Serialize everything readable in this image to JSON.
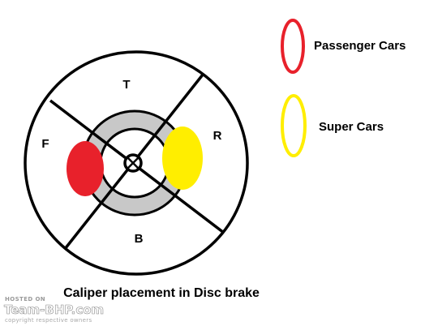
{
  "diagram": {
    "title": "Caliper placement in Disc brake",
    "zones": {
      "top": "T",
      "front": "F",
      "rear": "R",
      "bottom": "B"
    },
    "colors": {
      "line": "#000000",
      "ring": "#c8c8c8",
      "red": "#e8212b",
      "yellow": "#ffee00"
    }
  },
  "legend": {
    "items": [
      {
        "label": "Passenger Cars",
        "color": "#e8212b",
        "fill": "none"
      },
      {
        "label": "Super Cars",
        "color": "#ffee00",
        "fill": "none"
      }
    ]
  },
  "watermark": {
    "hosted": "HOSTED ON",
    "brand": "Team-BHP.com",
    "sub": "copyright respective owners"
  }
}
